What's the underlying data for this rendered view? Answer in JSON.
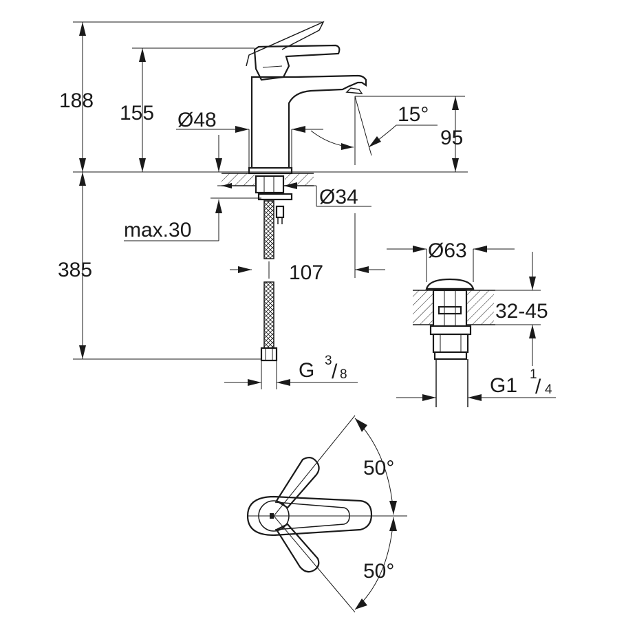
{
  "dimensions": {
    "total_height": "188",
    "spout_height": "155",
    "body_diameter": "Ø48",
    "outlet_height": "95",
    "spout_angle": "15°",
    "shank_diameter": "Ø34",
    "max_thickness": "max.30",
    "hose_length": "385",
    "spout_reach": "107",
    "hose_thread_main": "G",
    "hose_thread_num": "3",
    "hose_thread_den": "8",
    "waste_diameter": "Ø63",
    "basin_thickness": "32-45",
    "waste_thread_main": "G1",
    "waste_thread_num": "1",
    "waste_thread_den": "4",
    "lever_angle_up": "50°",
    "lever_angle_down": "50°"
  },
  "colors": {
    "line": "#1a1a1a",
    "background": "#ffffff"
  }
}
